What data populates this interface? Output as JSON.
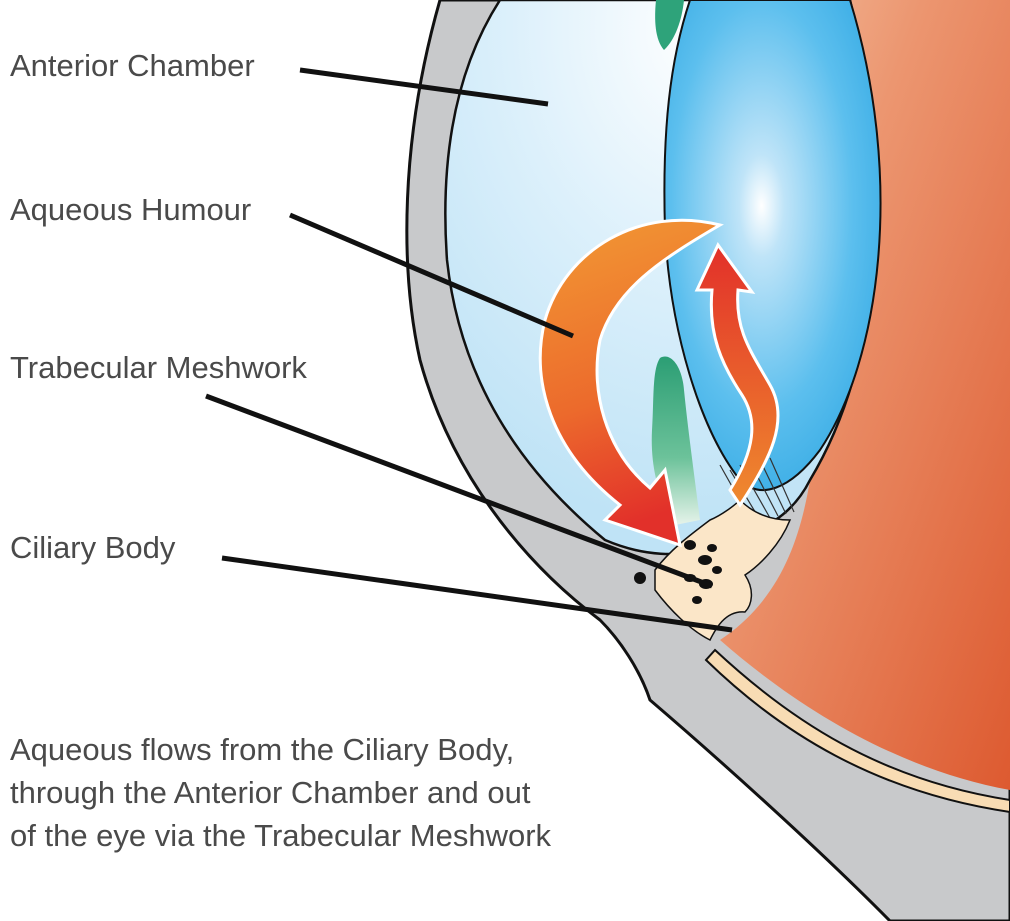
{
  "labels": {
    "anterior_chamber": "Anterior Chamber",
    "aqueous_humour": "Aqueous Humour",
    "trabecular_meshwork": "Trabecular Meshwork",
    "ciliary_body": "Ciliary Body"
  },
  "caption": {
    "line1": "Aqueous flows from the Ciliary Body,",
    "line2": "through the Anterior Chamber and out",
    "line3": "of the eye via the Trabecular Meshwork"
  },
  "colors": {
    "text": "#4a4a4a",
    "leader_line": "#111111",
    "sclera": "#c8c9cb",
    "anterior_chamber": "#d7ecf8",
    "lens": "#4bb5e8",
    "iris_muscle": "#e4714a",
    "ciliary_body": "#fbe6c8",
    "iris_green": "#2ea37a",
    "arrow_orange": "#ef8a2e",
    "arrow_red": "#e03a2a"
  }
}
